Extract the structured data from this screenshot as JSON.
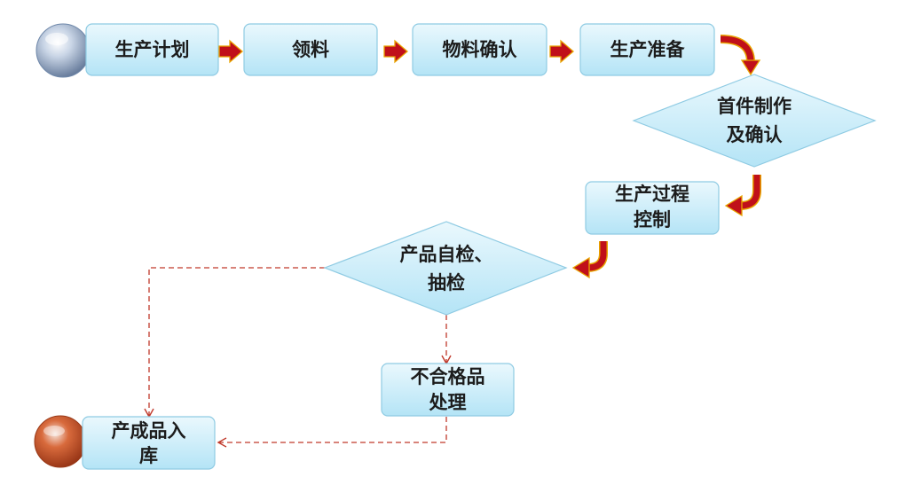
{
  "colors": {
    "node_top": "#eaf8fd",
    "node_bottom": "#b4e4f6",
    "node_border": "#8fcbe3",
    "flow_arrow": "#c0101a",
    "flow_arrow_edge": "#e8a400",
    "dashed_line": "#c0392b",
    "start_circle": "#7e9bbd",
    "end_circle": "#c94a24"
  },
  "nodes": {
    "plan": "生产计划",
    "pick": "领料",
    "confirm_material": "物料确认",
    "prepare": "生产准备",
    "first_piece": [
      "首件制作",
      "及确认"
    ],
    "process_control": [
      "生产过程",
      "控制"
    ],
    "inspection": [
      "产品自检、",
      "抽检"
    ],
    "nonconforming": [
      "不合格品",
      "处理"
    ],
    "warehouse": [
      "产成品入",
      "库"
    ]
  },
  "icons": {
    "start": "start-circle-icon",
    "end": "end-circle-icon"
  }
}
